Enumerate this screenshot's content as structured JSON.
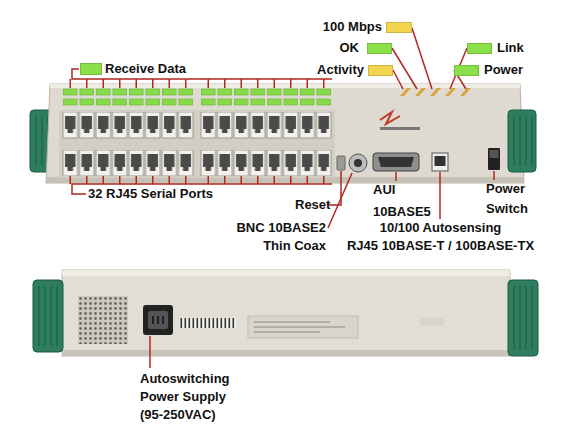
{
  "diagram": {
    "labels": [
      "32 RJ45 Serial Ports",
      "Reset",
      "BNC 10BASE2 Thin Coax",
      "AUI 10BASE5",
      "10/100 Autosensing RJ45 10BASE-T / 100BASE-TX",
      "Power Switch",
      "Autoswitching Power Supply (95-250VAC)"
    ],
    "legend": [
      {
        "text": "Receive Data",
        "color": "#8be04a"
      },
      {
        "text": "100 Mbps",
        "color": "#f4d64e"
      },
      {
        "text": "OK",
        "color": "#8be04a"
      },
      {
        "text": "Activity",
        "color": "#f4d64e"
      },
      {
        "text": "Link",
        "color": "#8be04a"
      },
      {
        "text": "Power",
        "color": "#8be04a"
      }
    ]
  }
}
